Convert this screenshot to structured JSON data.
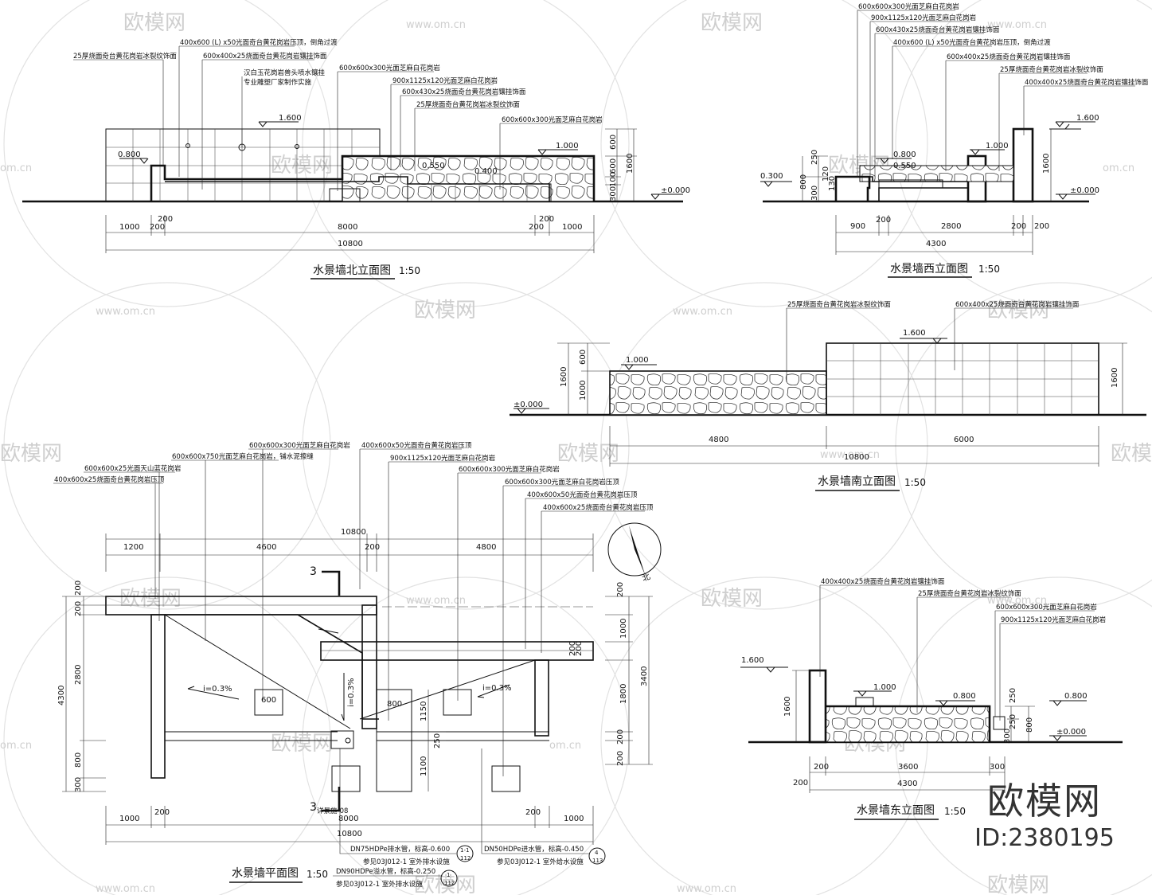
{
  "watermark": {
    "brand": "欧模网",
    "site": "www.om.cn",
    "site_short": "om.cn",
    "bottom_brand": "欧模网",
    "bottom_id": "ID:2380195"
  },
  "north": {
    "label": "北"
  },
  "north_elev": {
    "title": "水景墙北立面图",
    "scale": "1:50",
    "elev_1600": "1.600",
    "elev_1000": "1.000",
    "elev_0800": "0.800",
    "elev_0550": "0.550",
    "elev_0400": "0.400",
    "elev_0000": "±0.000",
    "notes": [
      "400x600 (L) x50光面奇台黄花岗岩压顶，倒角过渡",
      "25厚烧面奇台黄花岗岩冰裂纹饰面",
      "600x400x25烧面奇台黄花岗岩镶挂饰面",
      "汉白玉花岗岩兽头喷水镶挂",
      "专业雕塑厂家制作实施",
      "600x600x300光面芝麻白花岗岩",
      "900x1125x120光面芝麻白花岗岩",
      "600x430x25烧面奇台黄花岗岩镶挂饰面",
      "25厚烧面奇台黄花岗岩冰裂纹饰面",
      "600x600x300光面芝麻白花岗岩"
    ],
    "dims_top": [
      "1000",
      "200",
      "8000",
      "200",
      "1000"
    ],
    "dims_mid": [
      "200",
      "200"
    ],
    "dims_total": "10800",
    "dims_right": [
      "600",
      "600",
      "100",
      "300",
      "1600"
    ]
  },
  "west_elev": {
    "title": "水景墙西立面图",
    "scale": "1:50",
    "elev_1600": "1.600",
    "elev_1000": "1.000",
    "elev_0800": "0.800",
    "elev_0550": "0.550",
    "elev_0300": "0.300",
    "elev_0000": "±0.000",
    "notes": [
      "600x600x300光面芝麻白花岗岩",
      "900x1125x120光面芝麻白花岗岩",
      "600x430x25烧面奇台黄花岗岩镶挂饰面",
      "400x600 (L) x50光面奇台黄花岗岩压顶，倒角过渡",
      "600x400x25烧面奇台黄花岗岩镶挂饰面",
      "25厚烧面奇台黄花岗岩冰裂纹饰面",
      "400x400x25烧面奇台黄花岗岩镶挂饰面"
    ],
    "dims": [
      "900",
      "200",
      "2800",
      "200",
      "200"
    ],
    "dims_total": "4300",
    "dims_left": [
      "800",
      "250",
      "300",
      "120",
      "130"
    ],
    "dims_right": "1600"
  },
  "south_elev": {
    "title": "水景墙南立面图",
    "scale": "1:50",
    "elev_1600": "1.600",
    "elev_1000": "1.000",
    "elev_0000": "±0.000",
    "notes": [
      "25厚烧面奇台黄花岗岩冰裂纹饰面",
      "600x400x25烧面奇台黄花岗岩镶挂饰面"
    ],
    "dims": [
      "4800",
      "6000"
    ],
    "dims_total": "10800",
    "dims_left": [
      "1600",
      "600",
      "1000"
    ],
    "dims_right": "1600"
  },
  "east_elev": {
    "title": "水景墙东立面图",
    "scale": "1:50",
    "elev_1600": "1.600",
    "elev_1000": "1.000",
    "elev_0800": "0.800",
    "elev_0000": "±0.000",
    "notes": [
      "400x400x25烧面奇台黄花岗岩镶挂饰面",
      "25厚烧面奇台黄花岗岩冰裂纹饰面",
      "600x600x300光面芝麻白花岗岩",
      "900x1125x120光面芝麻白花岗岩"
    ],
    "dims": [
      "200",
      "3600",
      "300"
    ],
    "dims_extra": "200",
    "dims_total": "4300",
    "dims_left": "1600",
    "dims_right": [
      "250",
      "800",
      "250",
      "300"
    ]
  },
  "plan": {
    "title": "水景墙平面图",
    "scale": "1:50",
    "notes": [
      "600x600x300光面芝麻白花岗岩",
      "400x600x50光面奇台黄花岗岩压顶",
      "600x600x750光面芝麻白花岗岩，铺水泥擦缝",
      "900x1125x120光面芝麻白花岗岩",
      "600x600x25光面天山蓝花岗岩",
      "600x600x300光面芝麻白花岗岩",
      "400x600x25烧面奇台黄花岗岩压顶",
      "600x600x300光面芝麻白花岗岩压顶",
      "400x600x50光面奇台黄花岗岩压顶",
      "400x600x25烧面奇台黄花岗岩压顶"
    ],
    "dims_top": [
      "1200",
      "4600",
      "200",
      "4800"
    ],
    "dims_top_total": "10800",
    "dims_bottom": [
      "1000",
      "200",
      "8000",
      "200",
      "1000"
    ],
    "dims_bottom_total": "10800",
    "dims_left": [
      "200",
      "200",
      "2800",
      "800",
      "300"
    ],
    "dims_left_total": "4300",
    "dims_right": [
      "200",
      "1000",
      "200",
      "200",
      "1800",
      "200",
      "200"
    ],
    "dims_right_total": "3400",
    "dims_inner": [
      "1150",
      "250",
      "1100"
    ],
    "box_600": "600",
    "box_800": "800",
    "slope": "i=0.3%",
    "section": "3",
    "section_ref": "详景施-08",
    "pipe1": "DN75HDPe排水管，标高-0.600",
    "pipe1_ref": "参见03J012-1 室外排水设施",
    "pipe1_tag_a": "1-1",
    "pipe1_tag_b": "112",
    "pipe2": "DN90HDPe溢水管，标高-0.250",
    "pipe2_ref": "参见03J012-1 室外排水设施",
    "pipe2_tag_a": "1",
    "pipe2_tag_b": "112",
    "pipe3": "DN50HDPe进水管，标高-0.450",
    "pipe3_ref": "参见03J012-1 室外给水设施",
    "pipe3_tag_a": "4",
    "pipe3_tag_b": "113"
  }
}
